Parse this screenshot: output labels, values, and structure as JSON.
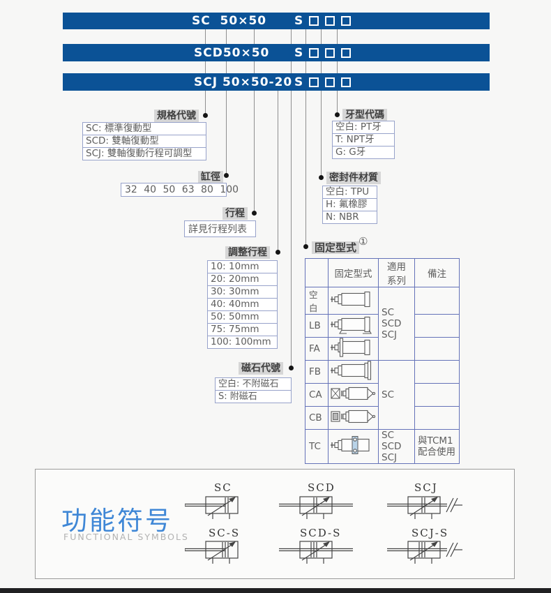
{
  "bars": [
    {
      "text": "SC  50×50",
      "s": "S"
    },
    {
      "text": "SCD50×50",
      "s": "S"
    },
    {
      "text": "SCJ 50×50-20",
      "s": "S"
    }
  ],
  "callouts": {
    "spec": "規格代號",
    "thread": "牙型代碼",
    "bore": "缸徑",
    "seal": "密封件材質",
    "stroke": "行程",
    "adj": "調整行程",
    "mount": "固定型式",
    "mount_ref": "①",
    "magnet": "磁石代號"
  },
  "spec_items": [
    "SC: 標準復動型",
    "SCD: 雙軸復動型",
    "SCJ: 雙軸復動行程可調型"
  ],
  "thread_items": [
    "空白: PT牙",
    "T: NPT牙",
    "G: G牙"
  ],
  "bore_values": "32 40 50 63 80 100",
  "seal_items": [
    "空白: TPU",
    "H: 氟橡膠",
    "N: NBR"
  ],
  "stroke_note": "詳見行程列表",
  "adj_items": [
    "10: 10mm",
    "20: 20mm",
    "30: 30mm",
    "40: 40mm",
    "50: 50mm",
    "75: 75mm",
    "100: 100mm"
  ],
  "magnet_items": [
    "空白: 不附磁石",
    "S: 附磁石"
  ],
  "mount_table": {
    "header_mount": "固定型式",
    "header_series_1": "適用",
    "header_series_2": "系列",
    "header_note": "備注",
    "rows": [
      {
        "code": "空白",
        "icon": "basic"
      },
      {
        "code": "LB",
        "icon": "foot"
      },
      {
        "code": "FA",
        "icon": "front-flange"
      },
      {
        "code": "FB",
        "icon": "rear-flange"
      },
      {
        "code": "CA",
        "icon": "clevis-a"
      },
      {
        "code": "CB",
        "icon": "clevis-b"
      },
      {
        "code": "TC",
        "icon": "trunnion"
      }
    ],
    "series_top": [
      "SC",
      "SCD",
      "SCJ"
    ],
    "series_mid": "SC",
    "series_tc": [
      "SC SCD",
      "SCJ"
    ],
    "note_tc": [
      "與TCM1",
      "配合使用"
    ]
  },
  "footer": {
    "title_cn": "功能符号",
    "title_en": "FUNCTIONAL SYMBOLS",
    "symbols": [
      "SC",
      "SCD",
      "SCJ",
      "SC-S",
      "SCD-S",
      "SCJ-S"
    ]
  }
}
